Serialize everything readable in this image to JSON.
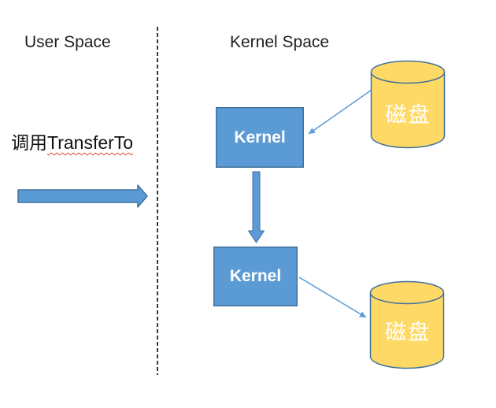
{
  "regions": {
    "user_space_label": "User Space",
    "kernel_space_label": "Kernel Space"
  },
  "user_space": {
    "call_text_prefix": "调用",
    "call_text_english": "TransferTo"
  },
  "kernel_space": {
    "kernel_box_top_label": "Kernel",
    "kernel_box_bottom_label": "Kernel",
    "disk_top_label": "磁盘",
    "disk_bottom_label": "磁盘"
  },
  "colors": {
    "shape_fill_blue": "#5b9bd5",
    "shape_border_blue": "#41719c",
    "disk_fill_yellow": "#ffd966",
    "disk_border_blue": "#41719c",
    "connector_blue": "#5b9bd5",
    "divider_gray": "#3a3a3a",
    "spellcheck_underline_red": "#e0453a",
    "label_text": "#1f1f1f",
    "shape_text": "#ffffff"
  }
}
